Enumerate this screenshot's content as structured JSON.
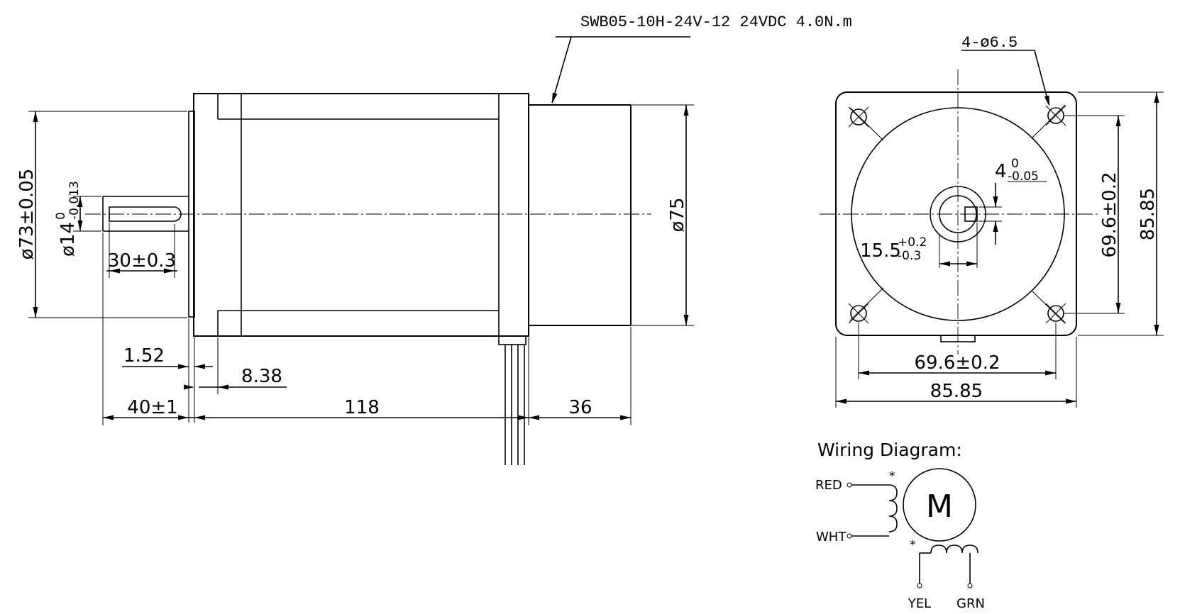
{
  "model_label": "SWB05-10H-24V-12 24VDC 4.0N.m",
  "side_view": {
    "dia_flange": "ø73±0.05",
    "dia_shaft_main": "ø14",
    "dia_shaft_tol_upper": "0",
    "dia_shaft_tol_lower": "-0.013",
    "key_length": "30±0.3",
    "flange_gap": "1.52",
    "flange_thickness": "8.38",
    "shaft_length": "40±1",
    "body_length": "118",
    "gearbox_length": "36",
    "dia_body": "ø75"
  },
  "front_view": {
    "holes": "4-ø6.5",
    "key_width_main": "4",
    "key_width_tol_upper": "0",
    "key_width_tol_lower": "-0.05",
    "key_depth_main": "15.5",
    "key_depth_tol_upper": "+0.2",
    "key_depth_tol_lower": "-0.3",
    "hole_pitch_v": "69.6±0.2",
    "square_v": "85.85",
    "hole_pitch_h": "69.6±0.2",
    "square_h": "85.85"
  },
  "wiring": {
    "title": "Wiring Diagram:",
    "motor_symbol": "M",
    "wire_red": "RED",
    "wire_white": "WHT",
    "wire_yellow": "YEL",
    "wire_green": "GRN",
    "polarity_mark": "*"
  }
}
